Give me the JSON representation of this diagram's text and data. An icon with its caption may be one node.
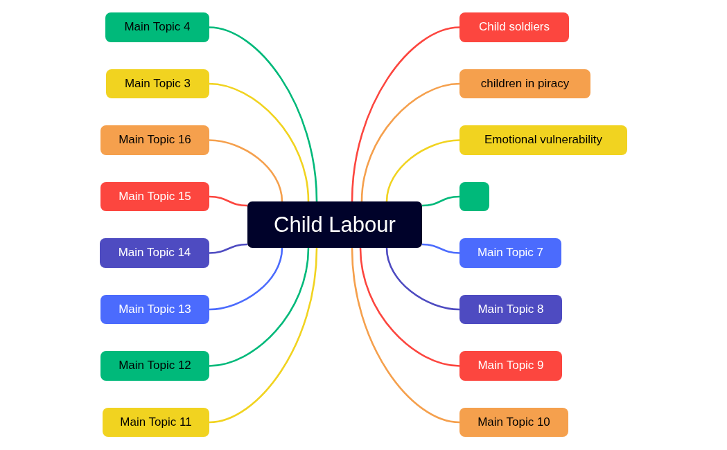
{
  "diagram": {
    "nodes": [
      {
        "text": [
          "Child Labour"
        ]
      },
      {
        "text": [
          "Main Topic 4"
        ]
      },
      {
        "text": [
          "Main Topic 3"
        ]
      },
      {
        "text": [
          "Main Topic 16"
        ]
      },
      {
        "text": [
          "Main Topic 15"
        ]
      },
      {
        "text": [
          "Main Topic 14"
        ]
      },
      {
        "text": [
          "Main Topic 13"
        ]
      },
      {
        "text": [
          "Main Topic 12"
        ]
      },
      {
        "text": [
          "Main Topic 11"
        ]
      },
      {
        "text": [
          "Child soldiers"
        ]
      },
      {
        "text": [
          "children in piracy"
        ]
      },
      {
        "text": [
          "Emotional vulnerability"
        ]
      },
      {
        "text": [],
        "shape": "box"
      },
      {
        "text": [
          "Main Topic 7"
        ]
      },
      {
        "text": [
          "Main Topic 8"
        ]
      },
      {
        "text": [
          "Main Topic 9"
        ]
      },
      {
        "text": [
          "Main Topic 10"
        ]
      }
    ],
    "edges": [
      {
        "from": 0,
        "to": 1,
        "arrow": "none",
        "color": "#00b97a"
      },
      {
        "from": 0,
        "to": 2,
        "arrow": "none",
        "color": "#f1d320"
      },
      {
        "from": 0,
        "to": 3,
        "arrow": "none",
        "color": "#f5a04d"
      },
      {
        "from": 0,
        "to": 4,
        "arrow": "none",
        "color": "#fc463f"
      },
      {
        "from": 0,
        "to": 5,
        "arrow": "none",
        "color": "#4e4bc1"
      },
      {
        "from": 0,
        "to": 6,
        "arrow": "none",
        "color": "#4b6bfd"
      },
      {
        "from": 0,
        "to": 7,
        "arrow": "none",
        "color": "#00b97a"
      },
      {
        "from": 0,
        "to": 8,
        "arrow": "none",
        "color": "#f1d320"
      },
      {
        "from": 0,
        "to": 9,
        "arrow": "none",
        "color": "#fc463f"
      },
      {
        "from": 0,
        "to": 10,
        "arrow": "none",
        "color": "#f5a04d"
      },
      {
        "from": 0,
        "to": 11,
        "arrow": "none",
        "color": "#f1d320"
      },
      {
        "from": 0,
        "to": 12,
        "arrow": "none",
        "color": "#00b97a"
      },
      {
        "from": 0,
        "to": 13,
        "arrow": "none",
        "color": "#4b6bfd"
      },
      {
        "from": 0,
        "to": 14,
        "arrow": "none",
        "color": "#4e4bc1"
      },
      {
        "from": 0,
        "to": 15,
        "arrow": "none",
        "color": "#fc463f"
      },
      {
        "from": 0,
        "to": 16,
        "arrow": "none",
        "color": "#f5a04d"
      }
    ]
  }
}
